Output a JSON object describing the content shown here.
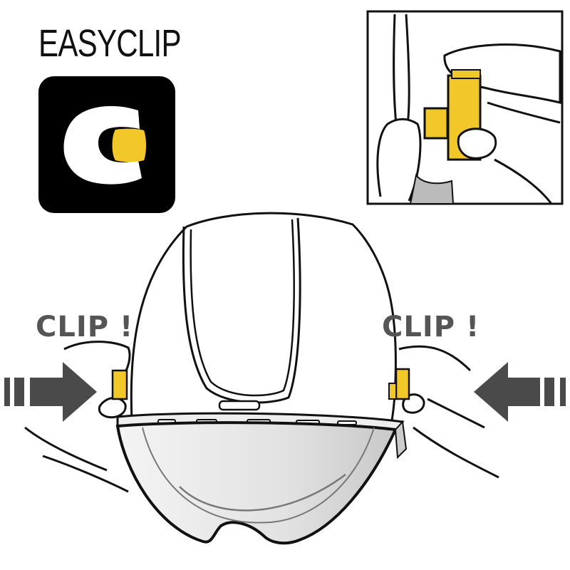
{
  "title": "EASYCLIP",
  "labels": {
    "clip_left": "CLIP !",
    "clip_right": "CLIP !"
  },
  "icons": {
    "logo": "easyclip-logo-icon",
    "arrow_left": "arrow-right-icon",
    "arrow_right": "arrow-left-icon"
  },
  "colors": {
    "yellow": "#F2C72A",
    "arrow_gray": "#4A4A4A",
    "text_gray": "#555555",
    "logo_black": "#000000",
    "line": "#111111",
    "visor_gray": "#D8D8D8"
  }
}
